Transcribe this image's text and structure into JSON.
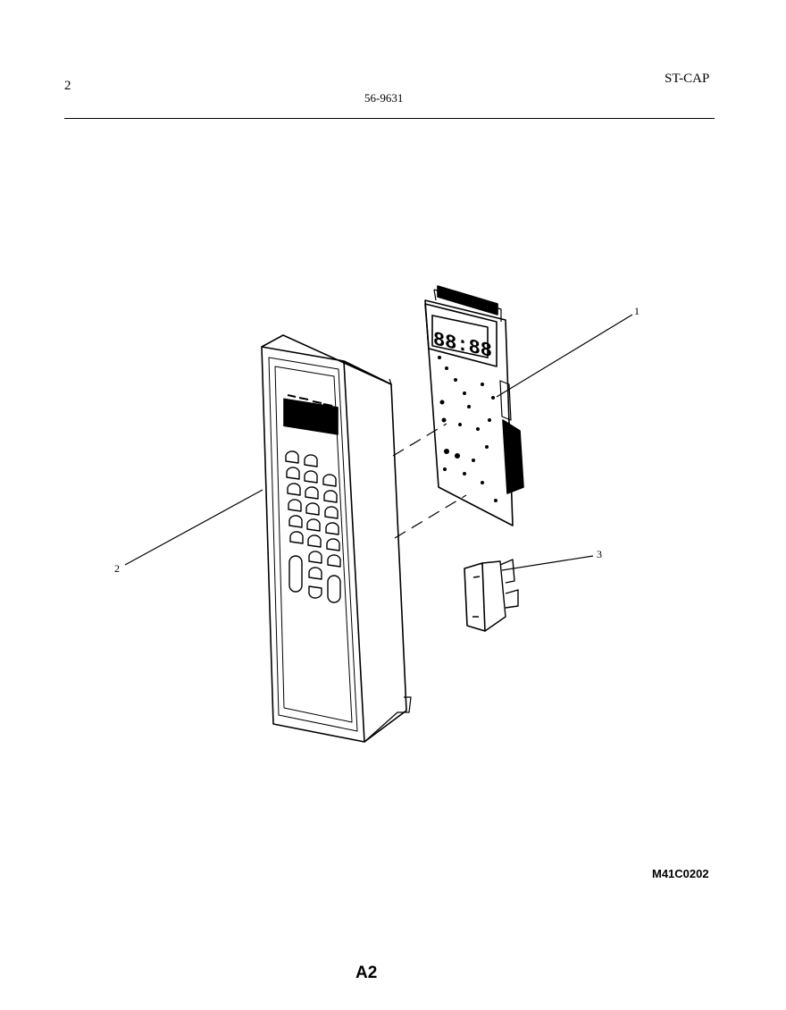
{
  "header": {
    "page_number": "2",
    "document_number": "56-9631",
    "model_code": "ST-CAP"
  },
  "diagram": {
    "callouts": [
      {
        "label": "1"
      },
      {
        "label": "2"
      },
      {
        "label": "3"
      }
    ],
    "display_digits": "88:88"
  },
  "footer": {
    "figure_code": "M41C0202",
    "sheet_label": "A2"
  },
  "colors": {
    "ink": "#000000",
    "paper": "#ffffff"
  }
}
